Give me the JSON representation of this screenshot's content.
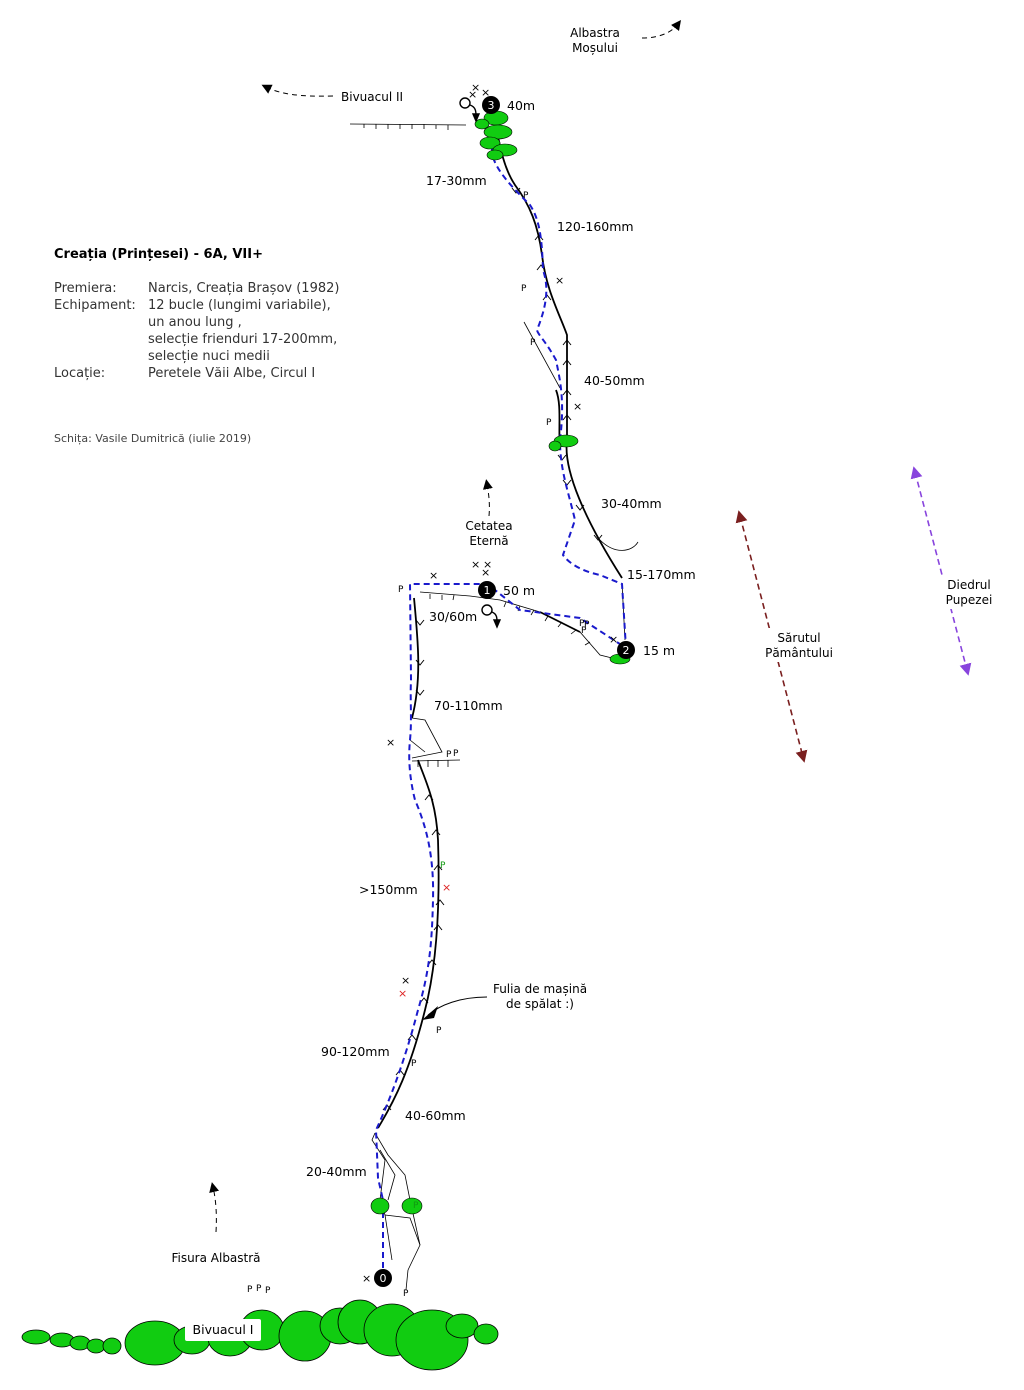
{
  "route": {
    "title": "Creația (Prințesei) - 6A, VII+",
    "info": [
      {
        "key": "Premiera:",
        "value": "Narcis, Creația Brașov (1982)"
      },
      {
        "key": "Echipament:",
        "value": "12 bucle (lungimi variabile),"
      },
      {
        "key": "",
        "value": "un anou lung ,"
      },
      {
        "key": "",
        "value": "selecție frienduri 17-200mm,"
      },
      {
        "key": "",
        "value": "selecție nuci medii"
      },
      {
        "key": "Locație:",
        "value": "Peretele Văii Albe, Circul I"
      }
    ],
    "author": "Schița: Vasile Dumitrică (iulie 2019)"
  },
  "belays": [
    {
      "num": "0",
      "length": ""
    },
    {
      "num": "1",
      "length": "50 m"
    },
    {
      "num": "2",
      "length": "15 m"
    },
    {
      "num": "3",
      "length": "40m"
    }
  ],
  "gear_sizes": {
    "g1": "20-40mm",
    "g2": "40-60mm",
    "g3": "90-120mm",
    "g4": ">150mm",
    "g5": "70-110mm",
    "g6": "30/60m",
    "g7": "15-170mm",
    "g8": "30-40mm",
    "g9": "40-50mm",
    "g10": "120-160mm",
    "g11": "17-30mm"
  },
  "neighbors": {
    "albastra_1": "Albastra",
    "albastra_2": "Moșului",
    "bivuac2": "Bivuacul II",
    "cetatea_1": "Cetatea",
    "cetatea_2": "Eternă",
    "sarutul_1": "Sărutul",
    "sarutul_2": "Pământului",
    "diedrul_1": "Diedrul",
    "diedrul_2": "Pupezei",
    "fisura": "Fisura Albastră",
    "fulia_1": "Fulia de mașină",
    "fulia_2": "de spălat :)",
    "bivuac1": "Bivuacul I"
  },
  "symbols": {
    "piton": "P",
    "cross": "×"
  },
  "colors": {
    "route_line": "#1a1acc",
    "rock": "#000000",
    "vegetation": "#11cc11",
    "sarutul_arrow": "#7a1f1f",
    "diedrul_arrow": "#8844dd",
    "red_mark": "#dd2222",
    "green_mark": "#119911"
  }
}
